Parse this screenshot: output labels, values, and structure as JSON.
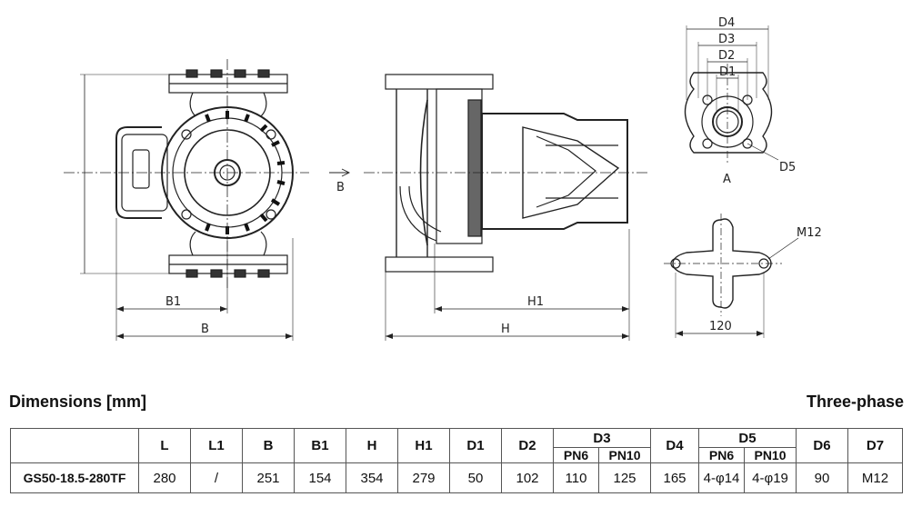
{
  "drawing": {
    "front_labels": {
      "B1": "B1",
      "B": "B"
    },
    "side_labels": {
      "B": "B",
      "H1": "H1",
      "H": "H"
    },
    "flange_labels": {
      "D4": "D4",
      "D3": "D3",
      "D2": "D2",
      "D1": "D1",
      "D5": "D5",
      "A": "A"
    },
    "base_labels": {
      "bolt": "M12",
      "width": "120"
    }
  },
  "heading": {
    "title": "Dimensions [mm]",
    "phase": "Three-phase"
  },
  "table": {
    "headers": [
      "L",
      "L1",
      "B",
      "B1",
      "H",
      "H1",
      "D1",
      "D2",
      "D3",
      "D4",
      "D5",
      "D6",
      "D7"
    ],
    "d3_sub": [
      "PN6",
      "PN10"
    ],
    "d5_sub": [
      "PN6",
      "PN10"
    ],
    "row": {
      "model": "GS50-18.5-280TF",
      "L": "280",
      "L1": "/",
      "B": "251",
      "B1": "154",
      "H": "354",
      "H1": "279",
      "D1": "50",
      "D2": "102",
      "D3_PN6": "110",
      "D3_PN10": "125",
      "D4": "165",
      "D5_PN6": "4-φ14",
      "D5_PN10": "4-φ19",
      "D6": "90",
      "D7": "M12"
    }
  }
}
